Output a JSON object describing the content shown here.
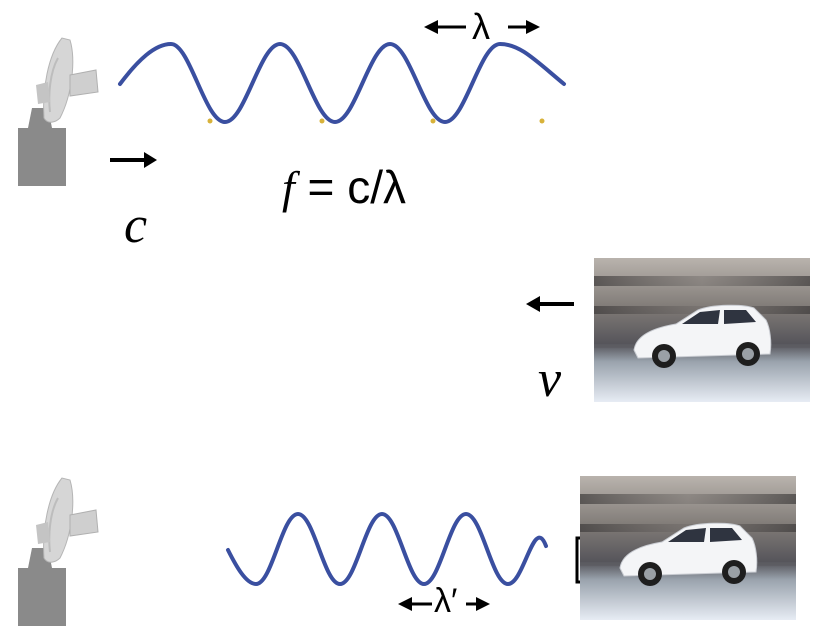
{
  "labels": {
    "lambda": "λ",
    "lambda_prime": "λ′",
    "c": "c",
    "v": "v",
    "formula_f": "f",
    "formula_rest": " = c/λ"
  },
  "icons": {
    "antenna": "radar-antenna-icon",
    "car": "moving-car-photo",
    "arrow_right": "arrow-right-icon",
    "arrow_left": "arrow-left-icon"
  },
  "colors": {
    "wave": "#3a4fa0",
    "antenna_gray": "#8c8c8c",
    "dot": "#d8b23a"
  }
}
